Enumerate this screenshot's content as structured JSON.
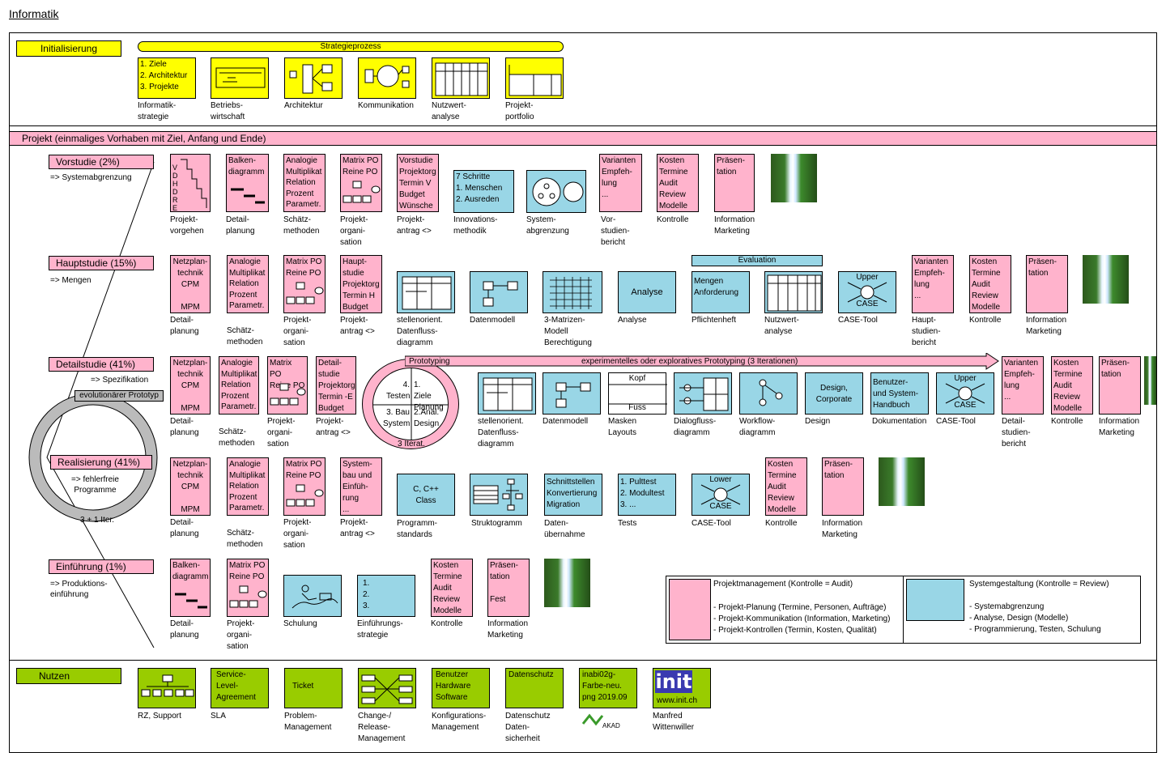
{
  "title": "Informatik",
  "init": {
    "label": "Initialisierung",
    "strategie": "Strategieprozess",
    "boxes": [
      {
        "inner": "1. Ziele\n2. Architektur\n3. Projekte",
        "label": "Informatik-\nstrategie"
      },
      {
        "inner": "",
        "label": "Betriebs-\nwirtschaft"
      },
      {
        "inner": "",
        "label": "Architektur"
      },
      {
        "inner": "",
        "label": "Kommunikation"
      },
      {
        "inner": "",
        "label": "Nutzwert-\nanalyse"
      },
      {
        "inner": "",
        "label": "Projekt-\nportfolio"
      }
    ]
  },
  "projekt_header": "Projekt (einmaliges Vorhaben mit Ziel, Anfang und Ende)",
  "phases": {
    "vorstudie": {
      "name": "Vorstudie (2%)",
      "sub": "=> Systemabgrenzung"
    },
    "hauptstudie": {
      "name": "Hauptstudie (15%)",
      "sub": "=> Mengen"
    },
    "detailstudie": {
      "name": "Detailstudie (41%)",
      "sub": "=> Spezifikation"
    },
    "realisierung": {
      "name": "Realisierung (41%)",
      "sub": "=> fehlerfreie\nProgramme"
    },
    "einfuehrung": {
      "name": "Einführung (1%)",
      "sub": "=> Produktions-\neinführung"
    }
  },
  "evo": {
    "top": "evolutionärer Prototyp",
    "bottom": "3 + 1 Iter."
  },
  "row1": {
    "vdhdre": "V\nD\nH\nD\nR\nE",
    "items": [
      {
        "inner": "",
        "label": "Projekt-\nvorgehen"
      },
      {
        "inner": "Balken-\ndiagramm",
        "label": "Detail-\nplanung"
      },
      {
        "inner": "Analogie\nMultiplikat\nRelation\nProzent\nParametr.",
        "label": "Schätz-\nmethoden"
      },
      {
        "inner": "Matrix PO\nReine PO",
        "label": "Projekt-\norgani-\nsation"
      },
      {
        "inner": "Vorstudie\nProjektorg\nTermin V\nBudget\nWünsche",
        "label": "Projekt-\nantrag <>"
      },
      {
        "inner": "7 Schritte\n1. Menschen\n2. Ausreden",
        "label": "Innovations-\nmethodik"
      },
      {
        "inner": "",
        "label": "System-\nabgrenzung"
      },
      {
        "inner": "Varianten\nEmpfeh-\nlung\n...",
        "label": "Vor-\nstudien-\nbericht"
      },
      {
        "inner": "Kosten\nTermine\nAudit\nReview\nModelle",
        "label": "Kontrolle"
      },
      {
        "inner": "Präsen-\ntation",
        "label": "Information\nMarketing"
      }
    ]
  },
  "row2": {
    "evaluation": "Evaluation",
    "items": [
      {
        "inner": "Netzplan-\ntechnik\nCPM\n\nMPM",
        "label": "Detail-\nplanung"
      },
      {
        "inner": "Analogie\nMultiplikat\nRelation\nProzent\nParametr.",
        "label": "Schätz-\nmethoden"
      },
      {
        "inner": "Matrix PO\nReine PO",
        "label": "Projekt-\norgani-\nsation"
      },
      {
        "inner": "Haupt-\nstudie\nProjektorg\nTermin H\nBudget",
        "label": "Projekt-\nantrag <>"
      },
      {
        "inner": "",
        "label": "stellenorient.\nDatenfluss-\ndiagramm"
      },
      {
        "inner": "",
        "label": "Datenmodell"
      },
      {
        "inner": "",
        "label": "3-Matrizen-\nModell\nBerechtigung"
      },
      {
        "inner": "Analyse",
        "label": "Analyse"
      },
      {
        "inner": "Mengen\nAnforderung",
        "label": "Pflichtenheft"
      },
      {
        "inner": "",
        "label": "Nutzwert-\nanalyse"
      },
      {
        "inner": "Upper\n\n\nCASE",
        "label": "CASE-Tool"
      },
      {
        "inner": "Varianten\nEmpfeh-\nlung\n...",
        "label": "Haupt-\nstudien-\nbericht"
      },
      {
        "inner": "Kosten\nTermine\nAudit\nReview\nModelle",
        "label": "Kontrolle"
      },
      {
        "inner": "Präsen-\ntation",
        "label": "Information\nMarketing"
      }
    ]
  },
  "row3": {
    "proto": "Prototyping",
    "proto_long": "experimentelles oder exploratives Prototyping (3 Iterationen)",
    "circle": {
      "q1": "4.\nTesten",
      "q2": "1.\nZiele\nPlanung",
      "q3": "3. Bau\nSystem",
      "q4": "2.Anal.\nDesign",
      "iter": "3 Iterat."
    },
    "items": [
      {
        "inner": "Netzplan-\ntechnik\nCPM\n\nMPM",
        "label": "Detail-\nplanung"
      },
      {
        "inner": "Analogie\nMultiplikat\nRelation\nProzent\nParametr.",
        "label": "Schätz-\nmethoden"
      },
      {
        "inner": "Matrix PO\nReine PO",
        "label": "Projekt-\norgani-\nsation"
      },
      {
        "inner": "Detail-\nstudie\nProjektorg\nTermin -E\nBudget",
        "label": "Projekt-\nantrag <>"
      },
      {
        "inner": "",
        "label": "stellenorient.\nDatenfluss-\ndiagramm"
      },
      {
        "inner": "",
        "label": "Datenmodell"
      },
      {
        "inner": "Kopf\n\n\nFuss",
        "label": "Masken\nLayouts"
      },
      {
        "inner": "",
        "label": "Dialogfluss-\ndiagramm"
      },
      {
        "inner": "",
        "label": "Workflow-\ndiagramm"
      },
      {
        "inner": "Design,\nCorporate",
        "label": "Design"
      },
      {
        "inner": "Benutzer-\nund System-\nHandbuch",
        "label": "Dokumentation"
      },
      {
        "inner": "Upper\n\n\nCASE",
        "label": "CASE-Tool"
      },
      {
        "inner": "Varianten\nEmpfeh-\nlung\n...",
        "label": "Detail-\nstudien-\nbericht"
      },
      {
        "inner": "Kosten\nTermine\nAudit\nReview\nModelle",
        "label": "Kontrolle"
      },
      {
        "inner": "Präsen-\ntation",
        "label": "Information\nMarketing"
      }
    ]
  },
  "row4": {
    "items": [
      {
        "inner": "Netzplan-\ntechnik\nCPM\n\nMPM",
        "label": "Detail-\nplanung"
      },
      {
        "inner": "Analogie\nMultiplikat\nRelation\nProzent\nParametr.",
        "label": "Schätz-\nmethoden"
      },
      {
        "inner": "Matrix PO\nReine PO",
        "label": "Projekt-\norgani-\nsation"
      },
      {
        "inner": "System-\nbau und\nEinfüh-\nrung\n...",
        "label": "Projekt-\nantrag <>"
      },
      {
        "inner": "C, C++\nClass",
        "label": "Programm-\nstandards"
      },
      {
        "inner": "",
        "label": "Struktogramm"
      },
      {
        "inner": "Schnittstellen\nKonvertierung\nMigration",
        "label": "Daten-\nübernahme"
      },
      {
        "inner": "1. Pulttest\n2. Modultest\n3. ...",
        "label": "Tests"
      },
      {
        "inner": "Lower\n\n\nCASE",
        "label": "CASE-Tool"
      },
      {
        "inner": "Kosten\nTermine\nAudit\nReview\nModelle",
        "label": "Kontrolle"
      },
      {
        "inner": "Präsen-\ntation",
        "label": "Information\nMarketing"
      }
    ]
  },
  "row5": {
    "items": [
      {
        "inner": "Balken-\ndiagramm",
        "label": "Detail-\nplanung"
      },
      {
        "inner": "Matrix PO\nReine PO",
        "label": "Projekt-\norgani-\nsation"
      },
      {
        "inner": "",
        "label": "Schulung"
      },
      {
        "inner": "1.\n2.\n3.",
        "label": "Einführungs-\nstrategie"
      },
      {
        "inner": "Kosten\nTermine\nAudit\nReview\nModelle",
        "label": "Kontrolle"
      },
      {
        "inner": "Präsen-\ntation\n\nFest",
        "label": "Information\nMarketing"
      }
    ]
  },
  "legend": {
    "pm_title": "Projektmanagement (Kontrolle = Audit)",
    "pm_lines": "- Projekt-Planung (Termine, Personen, Aufträge)\n- Projekt-Kommunikation (Information, Marketing)\n- Projekt-Kontrollen (Termin, Kosten, Qualität)",
    "sg_title": "Systemgestaltung (Kontrolle = Review)",
    "sg_lines": "- Systemabgrenzung\n- Analyse, Design (Modelle)\n- Programmierung, Testen, Schulung"
  },
  "nutzen": {
    "label": "Nutzen",
    "boxes": [
      {
        "inner": "",
        "label": "RZ, Support"
      },
      {
        "inner": "Service-\nLevel-\nAgreement",
        "label": "SLA"
      },
      {
        "inner": "Ticket",
        "label": "Problem-\nManagement"
      },
      {
        "inner": "",
        "label": "Change-/\nRelease-\nManagement"
      },
      {
        "inner": "Benutzer\nHardware\nSoftware",
        "label": "Konfigurations-\nManagement"
      },
      {
        "inner": "Datenschutz",
        "label": "Datenschutz\nDaten-\nsicherheit"
      },
      {
        "inner": "inabi02g-\nFarbe-neu.\npng 2019.09",
        "label": "AKAD"
      },
      {
        "inner": "www.init.ch",
        "label": "Manfred\nWittenwiller",
        "logo": "init"
      }
    ]
  },
  "colors": {
    "yellow": "#ffff00",
    "green": "#99cc00",
    "pink": "#ffb3cc",
    "blue": "#99d6e6"
  }
}
